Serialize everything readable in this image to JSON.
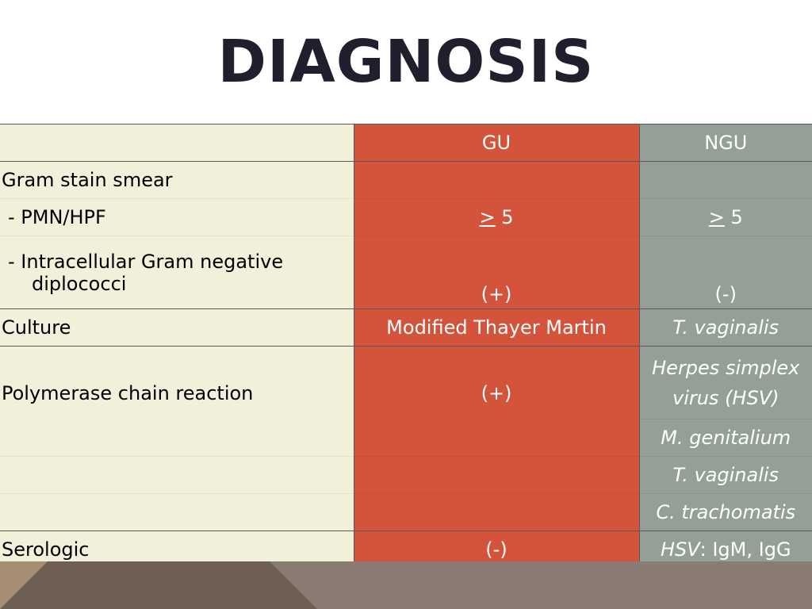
{
  "title": "DIAGNOSIS",
  "columns": {
    "c1": "",
    "c2": "GU",
    "c3": "NGU"
  },
  "rows": {
    "gram": {
      "label": "Gram stain smear",
      "gu": "",
      "ngu": ""
    },
    "pmn": {
      "label": "- PMN/HPF",
      "gu_sym": ">",
      "gu_val": " 5",
      "ngu_sym": ">",
      "ngu_val": " 5"
    },
    "intra": {
      "label1": "- Intracellular Gram negative",
      "label2": "diplococci",
      "gu": "(+)",
      "ngu": "(-)"
    },
    "culture": {
      "label": "Culture",
      "gu": "Modified Thayer Martin",
      "ngu": "T. vaginalis"
    },
    "pcr": {
      "label": "Polymerase chain reaction",
      "gu": "(+)",
      "ngu_1": "Herpes simplex virus (HSV)",
      "ngu_2": "M. genitalium",
      "ngu_3": "T. vaginalis",
      "ngu_4": "C. trachomatis"
    },
    "serologic": {
      "label": "Serologic",
      "gu": "(-)",
      "ngu_ital": "HSV",
      "ngu_rest": ": IgM, IgG"
    }
  },
  "colors": {
    "header_gu": "#d4533b",
    "header_ngu": "#939f97",
    "label_col": "#f2f0db"
  }
}
